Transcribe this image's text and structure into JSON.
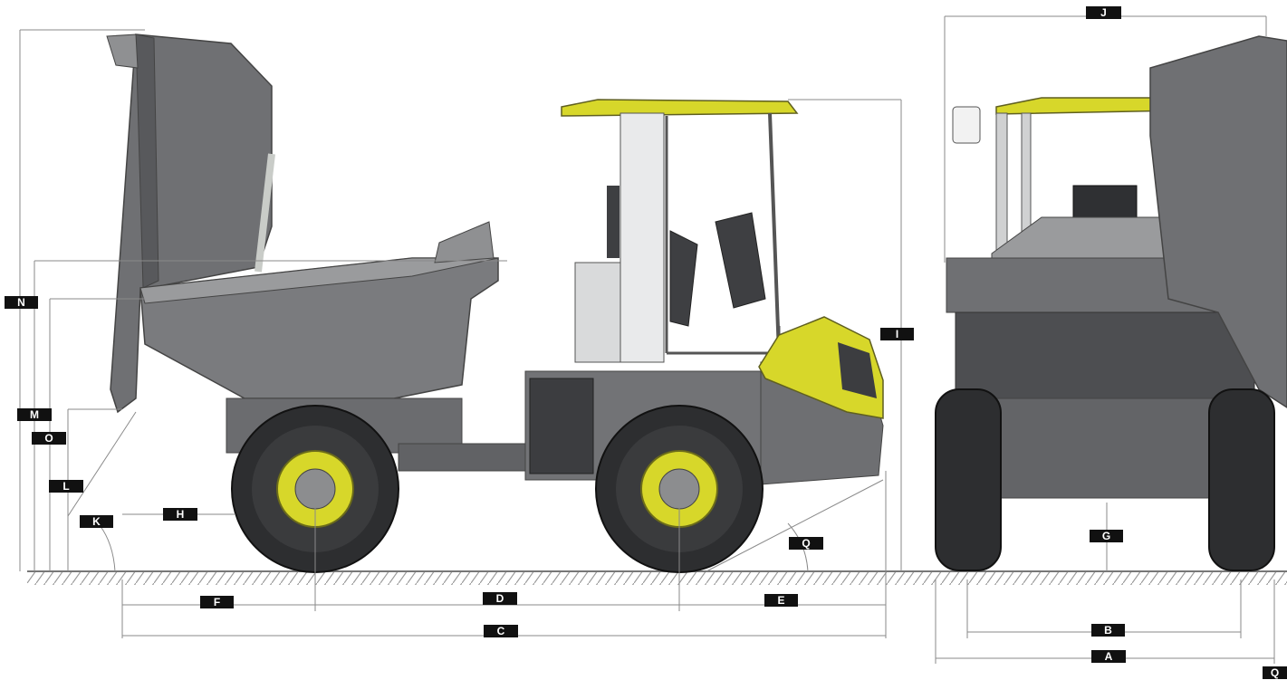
{
  "labels": {
    "A": "A",
    "B": "B",
    "C": "C",
    "D": "D",
    "E": "E",
    "F": "F",
    "G": "G",
    "H": "H",
    "I": "I",
    "J": "J",
    "K": "K",
    "L": "L",
    "M": "M",
    "N": "N",
    "O": "O",
    "Q_side": "Q",
    "Q_front": "Q"
  },
  "colors": {
    "body": "#7d7e80",
    "body_dark": "#55575a",
    "body_light": "#a3a4a6",
    "yellow": "#d7d72a",
    "tyre": "#2d2e30",
    "line": "#8a8a8a",
    "label_bg": "#111111",
    "label_text": "#ffffff"
  }
}
